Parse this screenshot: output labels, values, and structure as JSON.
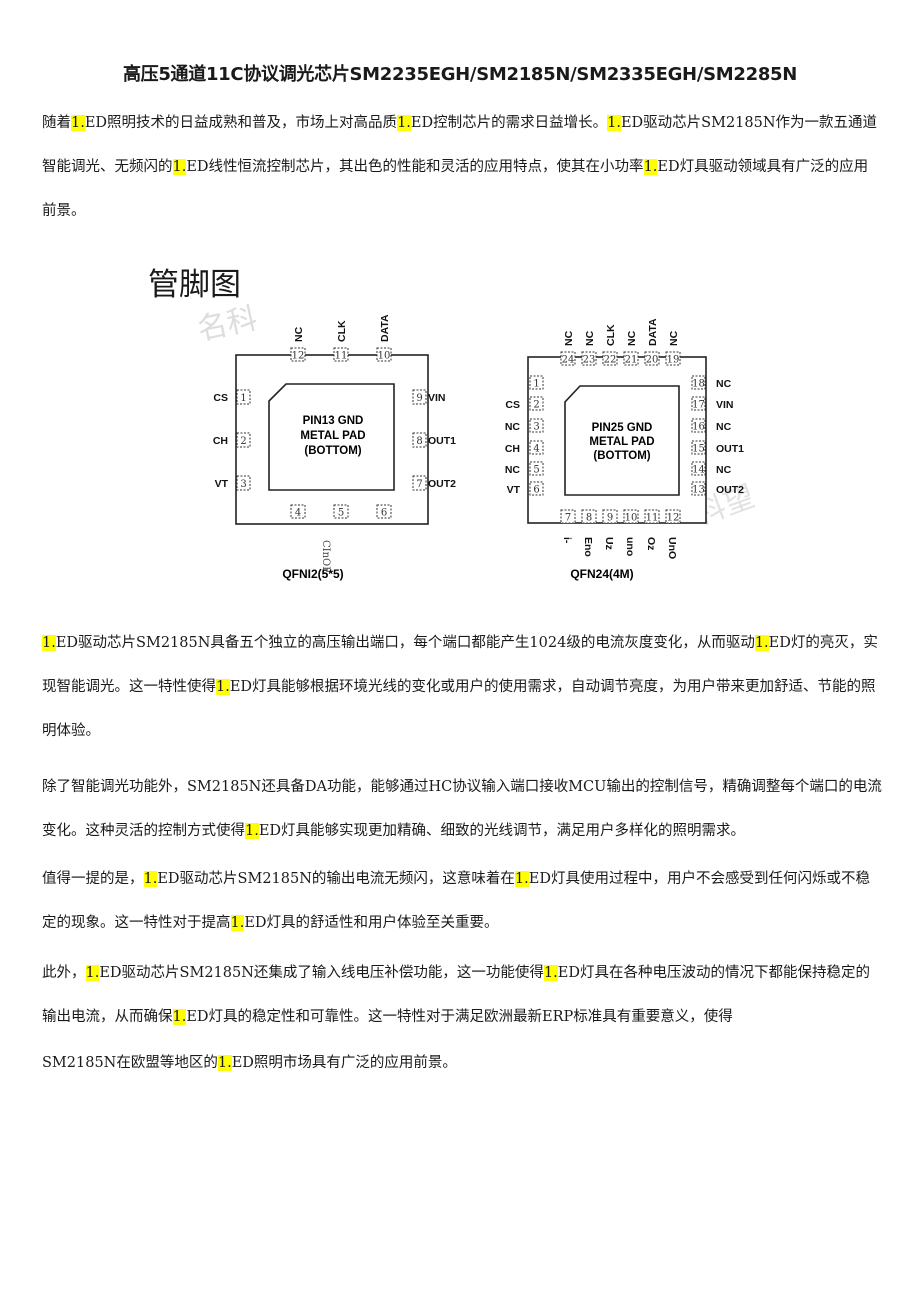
{
  "title": "高压5通道11C协议调光芯片SM2235EGH/SM2185N/SM2335EGH/SM2285N",
  "highlight": "1.",
  "highlight_color": "#ffff00",
  "intro": [
    "随着",
    "1.",
    "ED照明技术的日益成熟和普及，市场上对高品质",
    "1.",
    "ED控制芯片的需求日益增长。",
    "1.",
    "ED驱动芯片SM2185N作为一款五通道智能调光、无频闪的",
    "1.",
    "ED线性恒流控制芯片，其出色的性能和灵活的应用特点，使其在小功率",
    "1.",
    "ED灯具驱动领域具有广泛的应用前景。"
  ],
  "section_heading": "管脚图",
  "diagram_left": {
    "top_pins": [
      {
        "name": "NC",
        "num": "12"
      },
      {
        "name": "CLK",
        "num": "11"
      },
      {
        "name": "DATA",
        "num": "10"
      }
    ],
    "left_pins": [
      {
        "name": "CS",
        "num": "1"
      },
      {
        "name": "CH",
        "num": "2"
      },
      {
        "name": "VT",
        "num": "3"
      }
    ],
    "right_pins": [
      {
        "name": "VIN",
        "num": "9"
      },
      {
        "name": "OUT1",
        "num": "8"
      },
      {
        "name": "OUT2",
        "num": "7"
      }
    ],
    "bottom_pins": [
      {
        "name": "",
        "num": "4"
      },
      {
        "name": "",
        "num": "5"
      },
      {
        "name": "",
        "num": "6"
      }
    ],
    "pad_label": [
      "PIN13 GND",
      "METAL PAD",
      "(BOTTOM)"
    ],
    "bottom_note": "CInOE",
    "caption": "QFNI2(5*5)"
  },
  "diagram_right": {
    "top_pins": [
      {
        "name": "NC",
        "num": "24"
      },
      {
        "name": "NC",
        "num": "23"
      },
      {
        "name": "CLK",
        "num": "22"
      },
      {
        "name": "NC",
        "num": "21"
      },
      {
        "name": "DATA",
        "num": "20"
      },
      {
        "name": "NC",
        "num": "19"
      }
    ],
    "left_pins": [
      {
        "name": "",
        "num": "1"
      },
      {
        "name": "CS",
        "num": "2"
      },
      {
        "name": "NC",
        "num": "3"
      },
      {
        "name": "CH",
        "num": "4"
      },
      {
        "name": "NC",
        "num": "5"
      },
      {
        "name": "VT",
        "num": "6"
      }
    ],
    "right_pins": [
      {
        "name": "NC",
        "num": "18"
      },
      {
        "name": "VIN",
        "num": "17"
      },
      {
        "name": "NC",
        "num": "16"
      },
      {
        "name": "OUT1",
        "num": "15"
      },
      {
        "name": "NC",
        "num": "14"
      },
      {
        "name": "OUT2",
        "num": "13"
      }
    ],
    "bottom_pins": [
      {
        "name": "i-",
        "num": "7"
      },
      {
        "name": "Eno",
        "num": "8"
      },
      {
        "name": "Uz",
        "num": "9"
      },
      {
        "name": "uno",
        "num": "10"
      },
      {
        "name": "Oz",
        "num": "11"
      },
      {
        "name": "UnO",
        "num": "12"
      }
    ],
    "pad_label": [
      "PIN25 GND",
      "METAL PAD",
      "(BOTTOM)"
    ],
    "caption": "QFN24(4M)"
  },
  "paragraphs": [
    [
      "1.",
      "ED驱动芯片SM2185N具备五个独立的高压输出端口，每个端口都能产生1024级的电流灰度变化，从而驱动",
      "1.",
      "ED灯的亮灭，实现智能调光。这一特性使得",
      "1.",
      "ED灯具能够根据环境光线的变化或用户的使用需求，自动调节亮度，为用户带来更加舒适、节能的照明体验。"
    ],
    [
      "除了智能调光功能外，SM2185N还具备DA功能，能够通过HC协议输入端口接收MCU输出的控制信号，精确调整每个端口的电流变化。这种灵活的控制方式使得",
      "1.",
      "ED灯具能够实现更加精确、细致的光线调节，满足用户多样化的照明需求。"
    ],
    [
      "值得一提的是，",
      "1.",
      "ED驱动芯片SM2185N的输出电流无频闪，这意味着在",
      "1.",
      "ED灯具使用过程中，用户不会感受到任何闪烁或不稳定的现象。这一特性对于提高",
      "1.",
      "ED灯具的舒适性和用户体验至关重要。"
    ],
    [
      "此外，",
      "1.",
      "ED驱动芯片SM2185N还集成了输入线电压补偿功能，这一功能使得",
      "1.",
      "ED灯具在各种电压波动的情况下都能保持稳定的输出电流，从而确保",
      "1.",
      "ED灯具的稳定性和可靠性。这一特性对于满足欧洲最新ERP标准具有重要意义，使得"
    ],
    [
      "SM2185N在欧盟等地区的",
      "1.",
      "ED照明市场具有广泛的应用前景。"
    ]
  ]
}
